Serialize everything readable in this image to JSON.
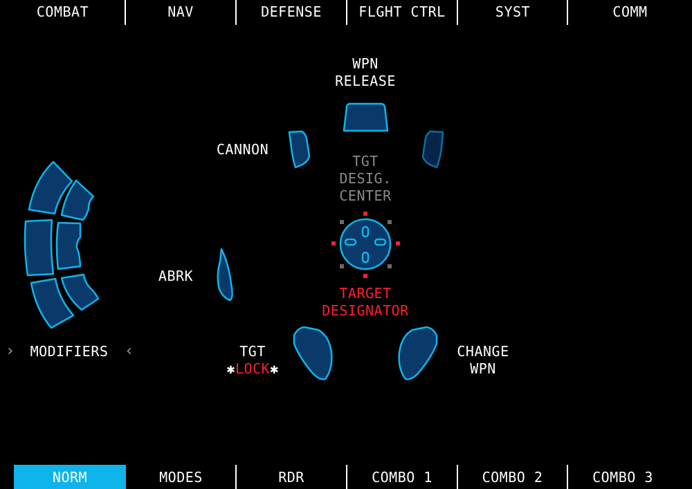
{
  "top_tabs": [
    "COMBAT",
    "NAV",
    "DEFENSE",
    "FLGHT CTRL",
    "SYST",
    "COMM"
  ],
  "bottom_tabs": [
    "NORM",
    "MODES",
    "RDR",
    "COMBO 1",
    "COMBO 2",
    "COMBO 3"
  ],
  "active_bottom_tab": "NORM",
  "labels": {
    "wpn_release_line1": "WPN",
    "wpn_release_line2": "RELEASE",
    "cannon": "CANNON",
    "tgt_desig_line1": "TGT",
    "tgt_desig_line2": "DESIG.",
    "tgt_desig_line3": "CENTER",
    "target_designator_line1": "TARGET",
    "target_designator_line2": "DESIGNATOR",
    "abrk": "ABRK",
    "modifiers": "MODIFIERS",
    "tgt_lock_line1": "TGT",
    "tgt_lock_line2": "LOCK",
    "change_wpn_line1": "CHANGE",
    "change_wpn_line2": "WPN"
  },
  "colors": {
    "accent": "#0fb4ea",
    "button_fill": "#0a3a6a",
    "label_red": "#ff1f2b",
    "label_gray": "#8a8a8a"
  }
}
